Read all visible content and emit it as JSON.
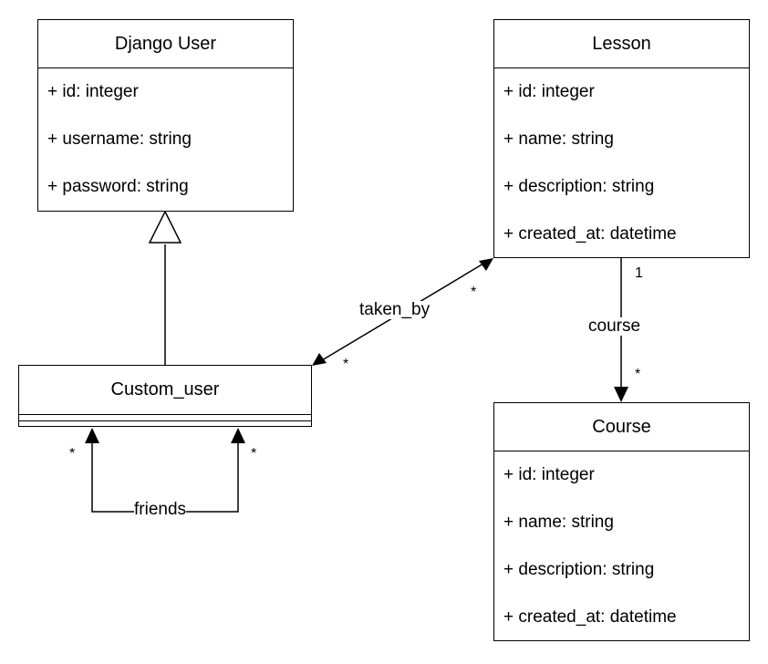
{
  "classes": {
    "django_user": {
      "name": "Django User",
      "attributes": [
        "+ id: integer",
        "+ username: string",
        "+ password: string"
      ]
    },
    "lesson": {
      "name": "Lesson",
      "attributes": [
        "+ id: integer",
        "+ name: string",
        "+ description: string",
        "+ created_at: datetime"
      ]
    },
    "course": {
      "name": "Course",
      "attributes": [
        "+ id: integer",
        "+ name: string",
        "+ description: string",
        "+ created_at: datetime"
      ]
    },
    "custom_user": {
      "name": "Custom_user"
    }
  },
  "relations": {
    "taken_by": {
      "label": "taken_by",
      "mult_lesson": "*",
      "mult_custom_user": "*"
    },
    "course": {
      "label": "course",
      "mult_lesson": "1",
      "mult_course": "*"
    },
    "friends": {
      "label": "friends",
      "mult_left": "*",
      "mult_right": "*"
    }
  }
}
